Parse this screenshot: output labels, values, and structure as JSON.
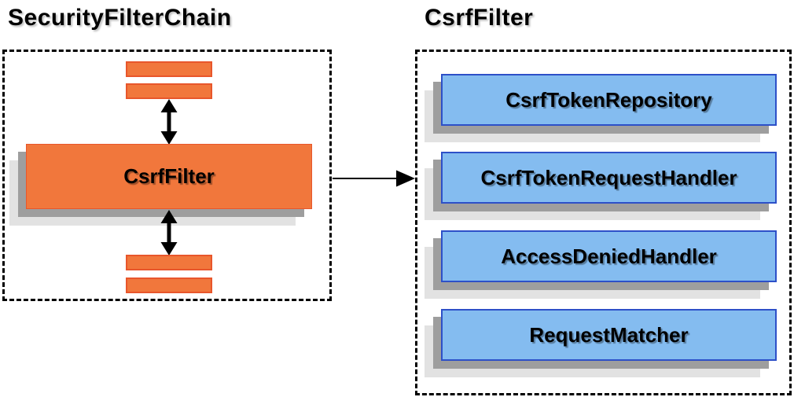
{
  "diagram": {
    "left": {
      "title": "SecurityFilterChain",
      "filter_box_label": "CsrfFilter"
    },
    "right": {
      "title": "CsrfFilter",
      "components": [
        "CsrfTokenRepository",
        "CsrfTokenRequestHandler",
        "AccessDeniedHandler",
        "RequestMatcher"
      ]
    }
  },
  "colors": {
    "orange-fill": "#F1773C",
    "orange-border": "#E8562B",
    "blue-fill": "#84BCF0",
    "blue-border": "#2D50C8",
    "shadow-dark": "#9E9E9E",
    "shadow-light": "#E2E2E2",
    "line": "#000000"
  }
}
